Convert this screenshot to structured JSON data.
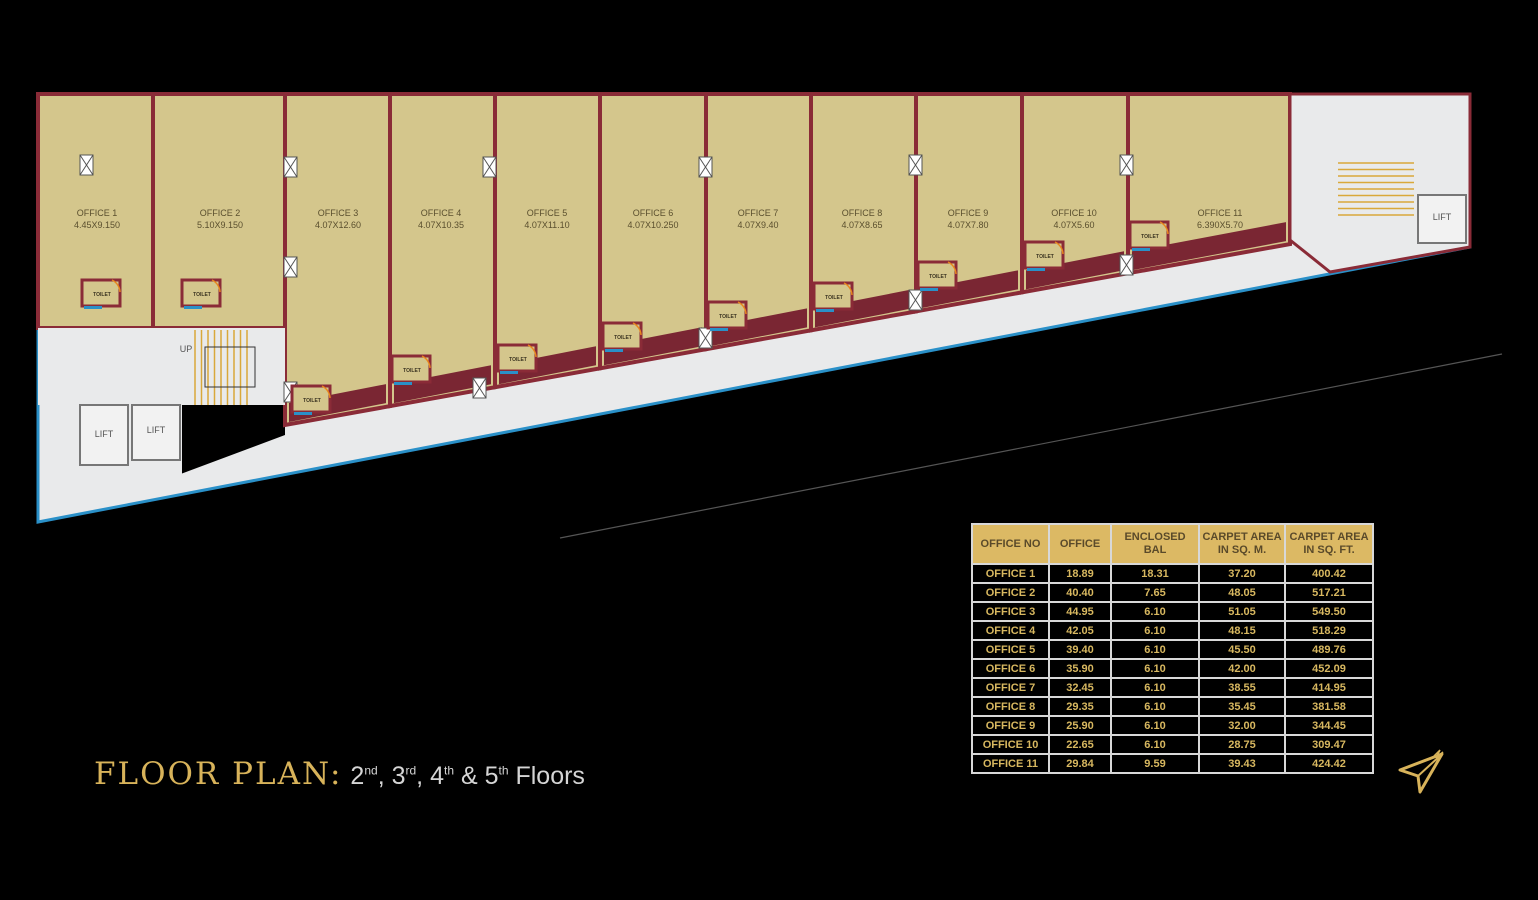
{
  "plan": {
    "offices": [
      {
        "name": "OFFICE  1",
        "dims": "4.45X9.150"
      },
      {
        "name": "OFFICE  2",
        "dims": "5.10X9.150"
      },
      {
        "name": "OFFICE  3",
        "dims": "4.07X12.60"
      },
      {
        "name": "OFFICE  4",
        "dims": "4.07X10.35"
      },
      {
        "name": "OFFICE  5",
        "dims": "4.07X11.10"
      },
      {
        "name": "OFFICE  6",
        "dims": "4.07X10.250"
      },
      {
        "name": "OFFICE  7",
        "dims": "4.07X9.40"
      },
      {
        "name": "OFFICE  8",
        "dims": "4.07X8.65"
      },
      {
        "name": "OFFICE  9",
        "dims": "4.07X7.80"
      },
      {
        "name": "OFFICE  10",
        "dims": "4.07X5.60"
      },
      {
        "name": "OFFICE  11",
        "dims": "6.390X5.70"
      }
    ],
    "toilet_label": "TOILET",
    "lift_label": "LIFT",
    "up_label": "UP"
  },
  "title": {
    "main": "FLOOR PLAN:",
    "n1": "2",
    "s1": "nd",
    "n2": "3",
    "s2": "rd",
    "n3": "4",
    "s3": "th",
    "amp": "&",
    "n4": "5",
    "s4": "th",
    "floors": "Floors"
  },
  "table": {
    "headers": [
      "OFFICE NO",
      "OFFICE",
      "ENCLOSED BAL",
      "CARPET AREA IN SQ. M.",
      "CARPET AREA IN SQ. FT."
    ],
    "rows": [
      [
        "OFFICE 1",
        "18.89",
        "18.31",
        "37.20",
        "400.42"
      ],
      [
        "OFFICE 2",
        "40.40",
        "7.65",
        "48.05",
        "517.21"
      ],
      [
        "OFFICE 3",
        "44.95",
        "6.10",
        "51.05",
        "549.50"
      ],
      [
        "OFFICE 4",
        "42.05",
        "6.10",
        "48.15",
        "518.29"
      ],
      [
        "OFFICE 5",
        "39.40",
        "6.10",
        "45.50",
        "489.76"
      ],
      [
        "OFFICE 6",
        "35.90",
        "6.10",
        "42.00",
        "452.09"
      ],
      [
        "OFFICE 7",
        "32.45",
        "6.10",
        "38.55",
        "414.95"
      ],
      [
        "OFFICE 8",
        "29.35",
        "6.10",
        "35.45",
        "381.58"
      ],
      [
        "OFFICE 9",
        "25.90",
        "6.10",
        "32.00",
        "344.45"
      ],
      [
        "OFFICE 10",
        "22.65",
        "6.10",
        "28.75",
        "309.47"
      ],
      [
        "OFFICE 11",
        "29.84",
        "9.59",
        "39.43",
        "424.42"
      ]
    ]
  },
  "colors": {
    "office": "#d4c68c",
    "wall": "#8a2b37",
    "corridor": "#e9eaeb",
    "outline": "#2a90c8",
    "gold": "#d8b35a"
  }
}
